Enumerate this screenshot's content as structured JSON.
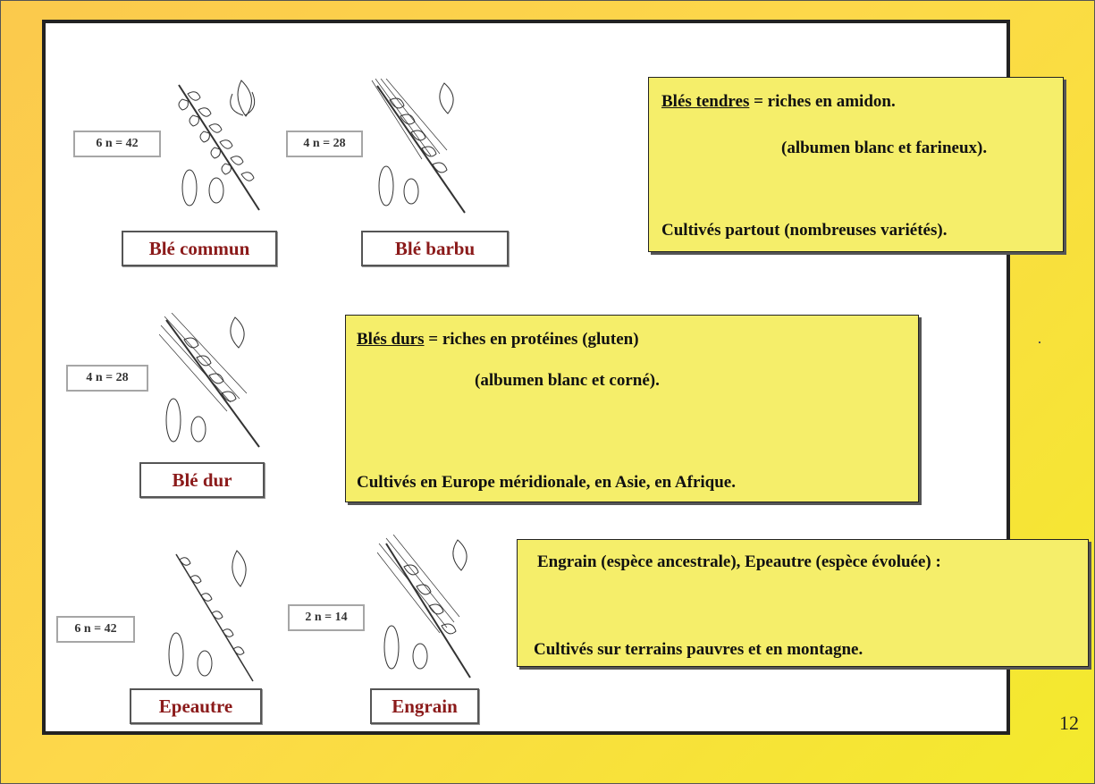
{
  "tendres": {
    "term": "Blés tendres",
    "rest": " = riches en amidon.",
    "line2": "(albumen blanc et farineux).",
    "line3": "Cultivés partout (nombreuses variétés)."
  },
  "durs": {
    "term": "Blés durs",
    "rest": " = riches en protéines (gluten)",
    "line2": "(albumen blanc et corné).",
    "line3": "Cultivés en Europe méridionale, en Asie, en Afrique."
  },
  "engrain_box": {
    "line1": "Engrain (espèce ancestrale), Epeautre (espèce évoluée) :",
    "line2": "Cultivés sur terrains pauvres et en montagne."
  },
  "species": [
    {
      "name": "Blé commun",
      "chromosomes": "6 n = 42"
    },
    {
      "name": "Blé barbu",
      "chromosomes": "4 n = 28"
    },
    {
      "name": "Blé dur",
      "chromosomes": "4 n = 28"
    },
    {
      "name": "Epeautre",
      "chromosomes": "6 n = 42"
    },
    {
      "name": "Engrain",
      "chromosomes": "2 n = 14"
    }
  ],
  "page_number": "12"
}
